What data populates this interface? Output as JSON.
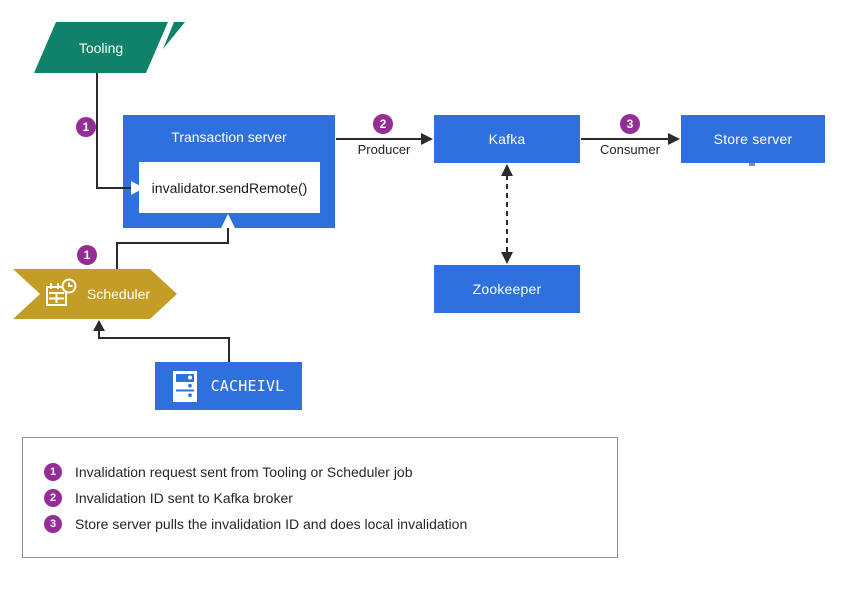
{
  "nodes": {
    "tooling": {
      "label": "Tooling"
    },
    "transaction_server": {
      "label": "Transaction server",
      "code": "invalidator.sendRemote()"
    },
    "kafka": {
      "label": "Kafka"
    },
    "store_server": {
      "label": "Store server"
    },
    "zookeeper": {
      "label": "Zookeeper"
    },
    "scheduler": {
      "label": "Scheduler"
    },
    "cacheivl": {
      "label": "CACHEIVL"
    }
  },
  "edges": {
    "producer_label": "Producer",
    "consumer_label": "Consumer"
  },
  "badges": {
    "step1": "1",
    "step2": "2",
    "step3": "3"
  },
  "legend": {
    "items": [
      {
        "num": "1",
        "text": "Invalidation request sent from Tooling or Scheduler job"
      },
      {
        "num": "2",
        "text": "Invalidation ID sent to Kafka broker"
      },
      {
        "num": "3",
        "text": "Store server pulls the invalidation ID and does local invalidation"
      }
    ]
  },
  "colors": {
    "node_blue": "#2e70dd",
    "tooling_teal": "#0f8269",
    "scheduler_gold": "#c49d27",
    "badge_purple": "#952d96",
    "line_dark": "#2b2b2b",
    "legend_border": "#8f8f8f"
  }
}
